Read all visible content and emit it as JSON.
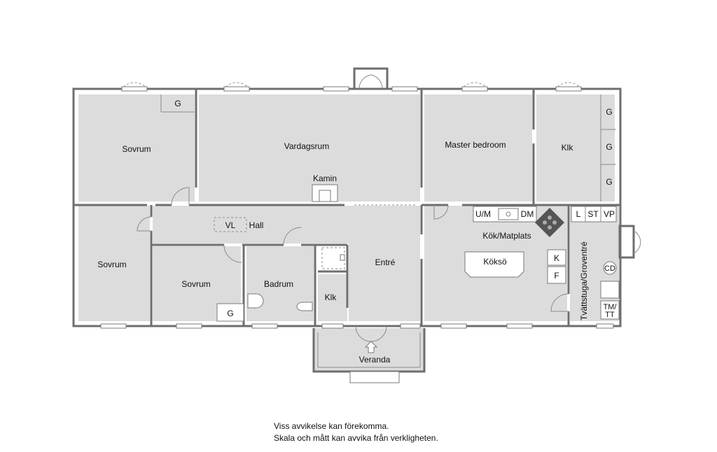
{
  "rooms": {
    "sovrum_nw": "Sovrum",
    "sovrum_w": "Sovrum",
    "sovrum_s": "Sovrum",
    "vardagsrum": "Vardagsrum",
    "kamin": "Kamin",
    "hall": "Hall",
    "vl": "VL",
    "badrum": "Badrum",
    "klk_small": "Klk",
    "entre": "Entré",
    "master": "Master bedroom",
    "klk_master": "Klk",
    "kok": "Kök/Matplats",
    "koksö": "Köksö",
    "tvatt": "Tvättstuga/Groventré",
    "veranda": "Veranda"
  },
  "fixtures": {
    "g": "G",
    "um": "U/M",
    "dm": "DM",
    "k": "K",
    "f": "F",
    "l": "L",
    "st": "ST",
    "vp": "VP",
    "cd": "CD",
    "tmtt_1": "TM/",
    "tmtt_2": "TT"
  },
  "notes": {
    "line1": "Viss avvikelse kan förekomma.",
    "line2": "Skala och mått kan avvika från verkligheten."
  },
  "colors": {
    "floor": "#dcdcdc",
    "wall": "#6e6e6e",
    "background": "#ffffff"
  }
}
